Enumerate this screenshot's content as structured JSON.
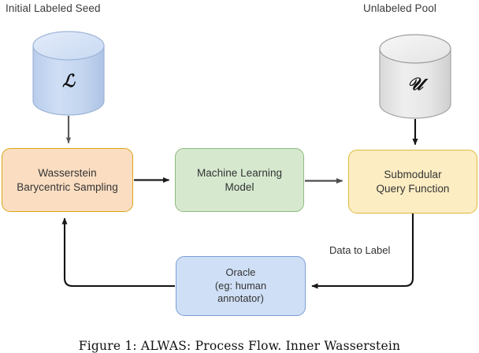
{
  "figure": {
    "title_left": "Initial Labeled Seed",
    "title_right": "Unlabeled Pool",
    "caption": "Figure 1:  ALWAS: Process Flow.  Inner Wasserstein"
  },
  "stores": [
    {
      "id": "labeled-seed",
      "header": "Initial Labeled Seed",
      "glyph": "ℒ",
      "glyph_name": "script-L",
      "fill_top": "#dbe6f7",
      "fill_body": "#c3d6f0",
      "stroke": "#9fb6d8"
    },
    {
      "id": "unlabeled-pool",
      "header": "Unlabeled Pool",
      "glyph": "𝒰",
      "glyph_name": "script-U",
      "fill_top": "#f2f2f2",
      "fill_body": "#e2e2e2",
      "stroke": "#a8a8a8"
    }
  ],
  "nodes": [
    {
      "id": "wasserstein-barycentric-sampling",
      "line1": "Wasserstein",
      "line2": "Barycentric Sampling",
      "fill": "#fbdec2",
      "stroke": "#d9a514"
    },
    {
      "id": "machine-learning-model",
      "line1": "Machine Learning",
      "line2": "Model",
      "fill": "#d6e9cf",
      "stroke": "#8fbb7e"
    },
    {
      "id": "submodular-query-function",
      "line1": "Submodular",
      "line2": "Query Function",
      "fill": "#fcedc3",
      "stroke": "#ddb93b"
    },
    {
      "id": "oracle",
      "line1": "Oracle",
      "line2": "(eg: human",
      "line3": "annotator)",
      "fill": "#cfdff5",
      "stroke": "#7c9fd4"
    }
  ],
  "edges": [
    {
      "id": "seed-to-wbs",
      "label": "",
      "color": "#595959"
    },
    {
      "id": "wbs-to-ml",
      "label": "",
      "color": "#333333"
    },
    {
      "id": "ml-to-sqf",
      "label": "",
      "color": "#4d4d4d"
    },
    {
      "id": "pool-to-sqf",
      "label": "",
      "color": "#111111"
    },
    {
      "id": "sqf-to-oracle",
      "label": "Data to Label",
      "color": "#111111"
    },
    {
      "id": "oracle-to-wbs",
      "label": "",
      "color": "#111111"
    }
  ],
  "edge_labels": {
    "data_to_label": "Data to Label"
  }
}
